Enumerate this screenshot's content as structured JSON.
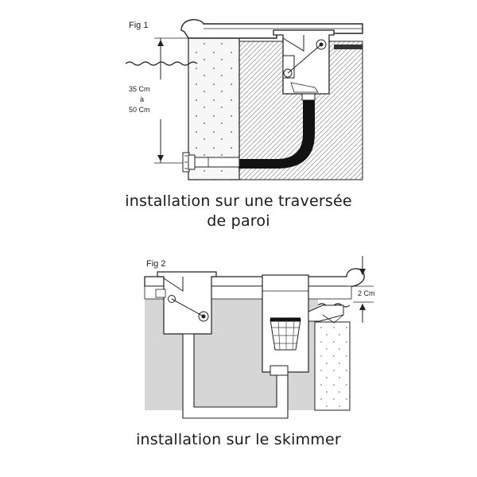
{
  "figure1": {
    "label": "Fig 1",
    "dimension_top": "35 Cm",
    "dimension_mid": "à",
    "dimension_bottom": "50 Cm",
    "caption_line1": "installation sur une traversée",
    "caption_line2": "de paroi"
  },
  "figure2": {
    "label": "Fig 2",
    "dimension": "2 Cm",
    "caption": "installation sur le skimmer"
  }
}
